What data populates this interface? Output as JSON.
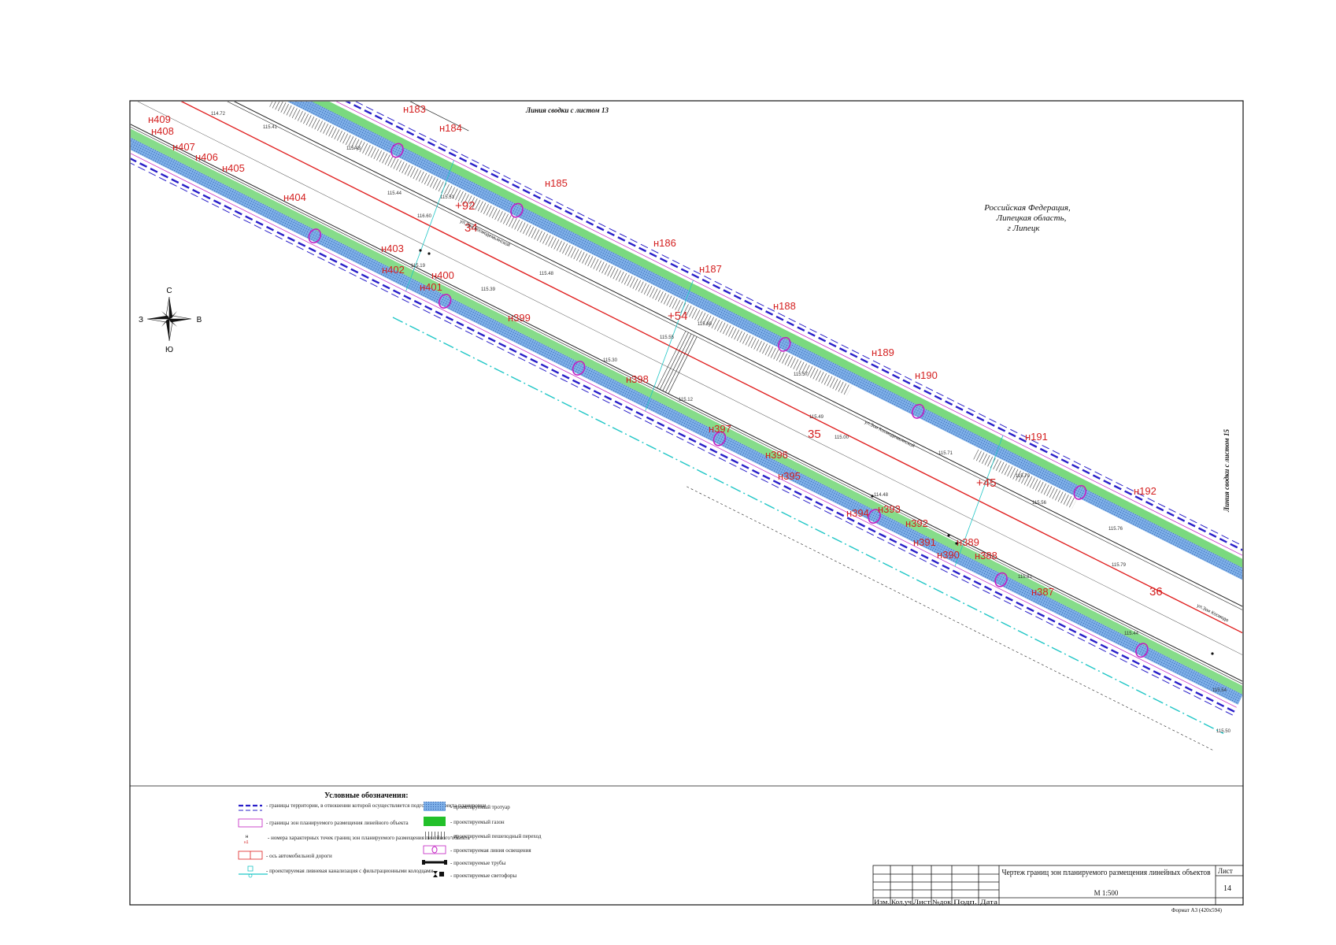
{
  "sheet": {
    "match_line_top": "Линия сводки с листом 13",
    "match_line_right": "Линия сводки с листом 15",
    "region_label": [
      "Российская Федерация,",
      "Липецкая область,",
      "г Липецк"
    ]
  },
  "compass": {
    "n": "С",
    "s": "Ю",
    "w": "З",
    "e": "В"
  },
  "boundary_points_upper": [
    {
      "label": "н183"
    },
    {
      "label": "н184"
    },
    {
      "label": "н185"
    },
    {
      "label": "н186"
    },
    {
      "label": "н187"
    },
    {
      "label": "н188"
    },
    {
      "label": "н189"
    },
    {
      "label": "н190"
    },
    {
      "label": "н191"
    },
    {
      "label": "н192"
    }
  ],
  "boundary_points_lower": [
    {
      "label": "н409"
    },
    {
      "label": "н408"
    },
    {
      "label": "н407"
    },
    {
      "label": "н406"
    },
    {
      "label": "н405"
    },
    {
      "label": "н404"
    },
    {
      "label": "н403"
    },
    {
      "label": "н402"
    },
    {
      "label": "н401"
    },
    {
      "label": "н400"
    },
    {
      "label": "н399"
    },
    {
      "label": "н398"
    },
    {
      "label": "н397"
    },
    {
      "label": "н396"
    },
    {
      "label": "н395"
    },
    {
      "label": "н394"
    },
    {
      "label": "н393"
    },
    {
      "label": "н392"
    },
    {
      "label": "н391"
    },
    {
      "label": "н390"
    },
    {
      "label": "н389"
    },
    {
      "label": "н388"
    },
    {
      "label": "н387"
    }
  ],
  "pickets": [
    "+92",
    "34",
    "+54",
    "35",
    "+45",
    "36"
  ],
  "street_labels": [
    "ул.Зои Космодемьянской",
    "ул.Зои Космодемьянской",
    "ул.Зои Космодо"
  ],
  "elevations": [
    "115.41",
    "115.43",
    "115.44",
    "115.51",
    "115.19",
    "115.39",
    "115.48",
    "115.55",
    "115.60",
    "115.30",
    "115.12",
    "115.57",
    "115.49",
    "115.00",
    "115.71",
    "115.56",
    "115.70",
    "115.79",
    "115.76",
    "115.81",
    "115.44",
    "115.54",
    "115.50",
    "114.72",
    "114.48",
    "116.60"
  ],
  "legend": {
    "title": "Условные обозначения:",
    "items_left": [
      "- границы территории, в отношении которой осуществляется подготовка проекта планировки",
      "- границы зон планируемого размещения линейного объекта",
      "- номера характерных точек границ зон планируемого размещения линейного объекта",
      "- ось автомобильной дороги",
      "- проектируемая ливневая канализация с фильтрационными колодцами"
    ],
    "items_right": [
      "- проектируемый тротуар",
      "- проектируемый газон",
      "- проектируемый пешеходный переход",
      "- проектируемая линия освещения",
      "- проектируемые трубы",
      "- проектируемые светофоры"
    ]
  },
  "title_block": {
    "title": "Чертеж границ зон планируемого размещения линейных объектов",
    "scale": "М 1:500",
    "sheet_label": "Лист",
    "sheet_number": "14",
    "columns": [
      "Изм.",
      "Кол.уч",
      "Лист",
      "№док",
      "Подп.",
      "Дата"
    ],
    "format": "Формат А3 (420х594)"
  },
  "colors": {
    "boundary": "#2a1fc9",
    "axis": "#e02020",
    "sidewalk": "#5b8fd6",
    "lawn": "#22c02a",
    "lighting": "#c21ec2",
    "drainage": "#1fc6c6"
  }
}
